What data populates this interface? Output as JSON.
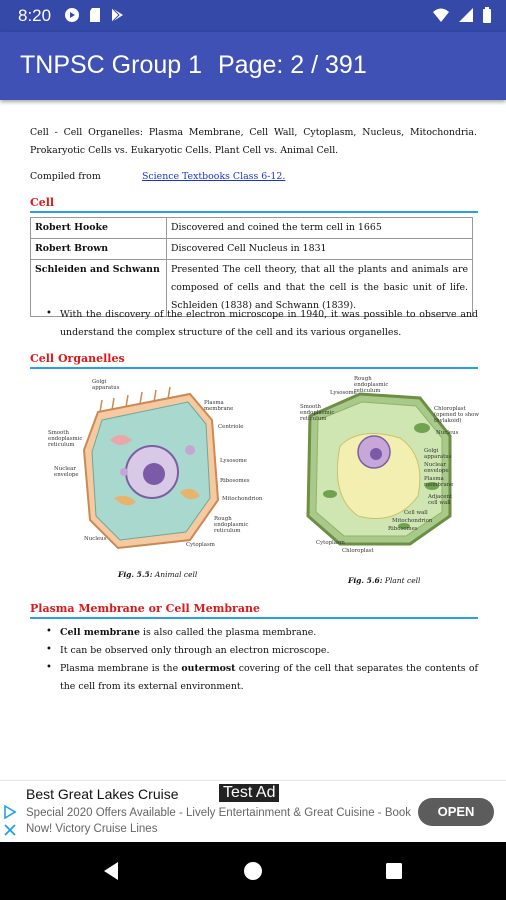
{
  "status": {
    "time": "8:20"
  },
  "app": {
    "title": "TNPSC Group 1",
    "page": "Page: 2 / 391"
  },
  "doc": {
    "intro": "Cell - Cell Organelles: Plasma Membrane, Cell Wall, Cytoplasm, Nucleus, Mitochondria. Prokaryotic Cells vs. Eukaryotic Cells. Plant Cell vs. Animal Cell.",
    "compiled_label": "Compiled from",
    "compiled_link": "Science Textbooks Class 6-12.",
    "section_cell": "Cell",
    "table": [
      {
        "name": "Robert Hooke",
        "desc": "Discovered and coined the term cell in 1665"
      },
      {
        "name": "Robert Brown",
        "desc": "Discovered Cell Nucleus in 1831"
      },
      {
        "name": "Schleiden and Schwann",
        "desc": "Presented The cell theory, that all the plants and animals are composed of cells and that the cell is the basic unit of life. Schleiden (1838) and Schwann (1839)."
      }
    ],
    "microscope_bullet": "With the discovery of the electron microscope in 1940, it was possible to observe and understand the complex structure of the cell and its various organelles.",
    "section_organelles": "Cell Organelles",
    "animal_labels": {
      "golgi": "Golgi apparatus",
      "plasma": "Plasma membrane",
      "centriole": "Centriole",
      "smooth_er": "Smooth endoplasmic reticulum",
      "nuclear_env": "Nuclear envelope",
      "lysosome": "Lysosome",
      "ribosomes": "Ribosomes",
      "mito": "Mitochondrion",
      "rough_er": "Rough endoplasmic reticulum",
      "nucleus": "Nucleus",
      "cytoplasm": "Cytoplasm"
    },
    "animal_caption_bold": "Fig. 5.5:",
    "animal_caption": "Animal cell",
    "plant_labels": {
      "rough_er": "Rough endoplasmic reticulum",
      "lysosome": "Lysosome",
      "smooth_er": "Smooth endoplasmic reticulum",
      "chloroplast_tyl": "Chloroplast (opened to show thylakoid)",
      "nucleus": "Nucleus",
      "golgi": "Golgi apparatus",
      "nuclear_env": "Nuclear envelope",
      "plasma": "Plasma membrane",
      "adjacent_wall": "Adjacent cell wall",
      "cell_wall": "Cell wall",
      "mito": "Mitochondrion",
      "ribosomes": "Ribosomes",
      "cytoplasm": "Cytoplasm",
      "chloroplast": "Chloroplast"
    },
    "plant_caption_bold": "Fig. 5.6:",
    "plant_caption": "Plant cell",
    "section_membrane": "Plasma Membrane or Cell Membrane",
    "m1_bold": "Cell membrane",
    "m1_rest": " is also called the plasma membrane.",
    "m2": "It can be observed only through an electron microscope.",
    "m3_a": "Plasma membrane is the ",
    "m3_bold": "outermost",
    "m3_b": " covering of the cell that separates the contents of the cell from its external environment.",
    "bullet_glyph": "•"
  },
  "ad": {
    "headline": "Best Great Lakes Cruise",
    "tag": "Test Ad",
    "body": "Special 2020 Offers Available - Lively Entertainment & Great Cuisine - Book Now! Victory Cruise Lines",
    "button": "OPEN"
  },
  "colors": {
    "statusbar": "#3449a8",
    "appbar": "#3f51b5",
    "section_title": "#e01818",
    "section_rule": "#29a0e6",
    "link": "#1a34d6"
  }
}
